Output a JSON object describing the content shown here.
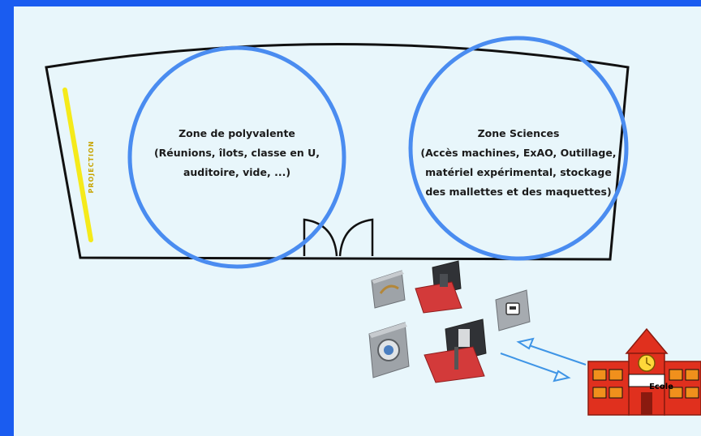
{
  "zones": [
    {
      "title": "Zone de polyvalente",
      "lines": [
        "(Réunions, îlots, classe en U,",
        "auditoire, vide, ...)"
      ]
    },
    {
      "title": "Zone Sciences",
      "lines": [
        "(Accès machines, ExAO, Outillage,",
        "matériel expérimental, stockage",
        "des mallettes et des maquettes)"
      ]
    }
  ],
  "projection_label": "PROJECTION",
  "school_label": "Ecole",
  "colors": {
    "frame": "#1a5cf0",
    "background": "#e8f6fb",
    "zone_circle": "#4a8cf0",
    "room_outline": "#111111",
    "projection_bar": "#f5ea1a",
    "arrows": "#3f95e6",
    "school_wall": "#e0301e",
    "school_window": "#f0901c"
  },
  "icons": [
    "suitcase-icon",
    "school-building-icon",
    "door-icon",
    "arrow-icon"
  ]
}
